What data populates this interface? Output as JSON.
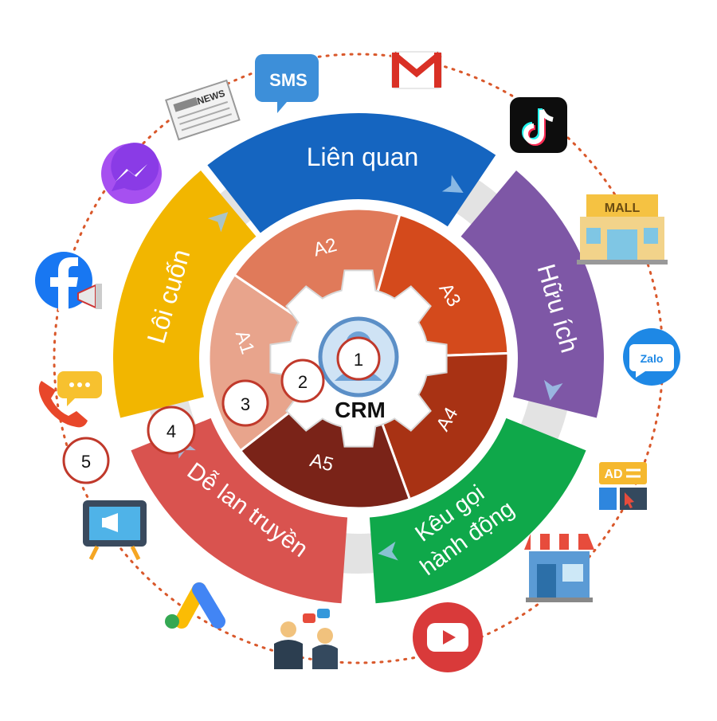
{
  "center": {
    "label": "CRM"
  },
  "segments": [
    {
      "id": "lien-quan",
      "label": "Liên quan",
      "color": "#1565c0"
    },
    {
      "id": "huu-ich",
      "label": "Hữu ích",
      "color": "#7e57a6"
    },
    {
      "id": "keu-goi",
      "label": "Kêu gọi",
      "label2": "hành động",
      "color": "#0fa84a"
    },
    {
      "id": "de-lan-truyen",
      "label": "Dễ lan truyền",
      "color": "#d9534f"
    },
    {
      "id": "loi-cuon",
      "label": "Lôi cuốn",
      "color": "#f2b600"
    }
  ],
  "inner_segments": [
    {
      "id": "a1",
      "label": "A1",
      "color": "#e8a48c"
    },
    {
      "id": "a2",
      "label": "A2",
      "color": "#e07a5a"
    },
    {
      "id": "a3",
      "label": "A3",
      "color": "#d44a1c"
    },
    {
      "id": "a4",
      "label": "A4",
      "color": "#a83214"
    },
    {
      "id": "a5",
      "label": "A5",
      "color": "#7a2318"
    }
  ],
  "steps": [
    "1",
    "2",
    "3",
    "4",
    "5"
  ],
  "icons": {
    "sms": "SMS",
    "news": "NEWS",
    "mall": "MALL",
    "zalo": "Zalo",
    "ad": "AD"
  }
}
